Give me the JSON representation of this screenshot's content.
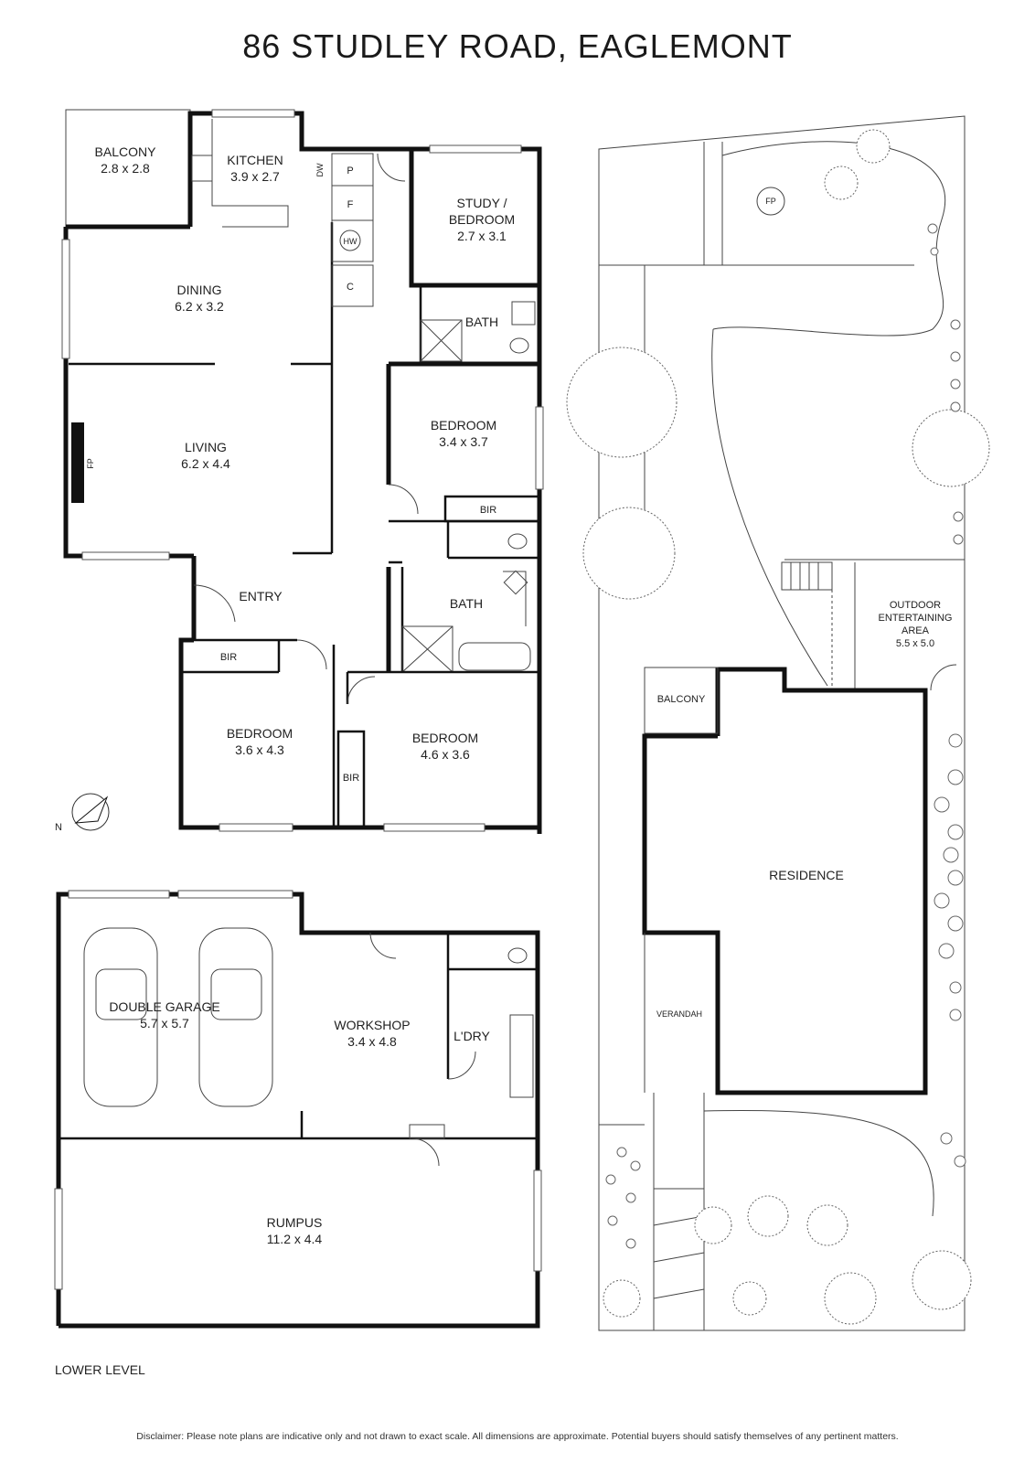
{
  "title": "86 STUDLEY ROAD, EAGLEMONT",
  "disclaimer": "Disclaimer: Please note plans are indicative only and not drawn to exact scale. All dimensions are approximate. Potential buyers should satisfy themselves of any pertinent matters.",
  "lower_level_label": "LOWER LEVEL",
  "compass_label": "N",
  "rooms": {
    "balcony_top": {
      "name": "BALCONY",
      "dim": "2.8 x 2.8"
    },
    "kitchen": {
      "name": "KITCHEN",
      "dim": "3.9 x 2.7"
    },
    "study": {
      "name1": "STUDY /",
      "name2": "BEDROOM",
      "dim": "2.7 x 3.1"
    },
    "dining": {
      "name": "DINING",
      "dim": "6.2 x 3.2"
    },
    "bath1": {
      "name": "BATH"
    },
    "living": {
      "name": "LIVING",
      "dim": "6.2 x 4.4"
    },
    "bedroom1": {
      "name": "BEDROOM",
      "dim": "3.4 x 3.7"
    },
    "bath2": {
      "name": "BATH"
    },
    "entry": {
      "name": "ENTRY"
    },
    "bedroom2": {
      "name": "BEDROOM",
      "dim": "3.6 x 4.3"
    },
    "bedroom3": {
      "name": "BEDROOM",
      "dim": "4.6 x 3.6"
    },
    "garage": {
      "name": "DOUBLE GARAGE",
      "dim": "5.7 x 5.7"
    },
    "workshop": {
      "name": "WORKSHOP",
      "dim": "3.4 x 4.8"
    },
    "laundry": {
      "name": "L'DRY"
    },
    "rumpus": {
      "name": "RUMPUS",
      "dim": "11.2 x 4.4"
    }
  },
  "fixtures": {
    "dw": "DW",
    "p": "P",
    "f": "F",
    "hw": "HW",
    "c": "C",
    "fp_living": "FP",
    "bir1": "BIR",
    "bir2": "BIR",
    "bir3": "BIR"
  },
  "site": {
    "fp": "FP",
    "outdoor1": "OUTDOOR",
    "outdoor2": "ENTERTAINING",
    "outdoor3": "AREA",
    "outdoor_dim": "5.5 x 5.0",
    "balcony": "BALCONY",
    "residence": "RESIDENCE",
    "verandah": "VERANDAH"
  }
}
